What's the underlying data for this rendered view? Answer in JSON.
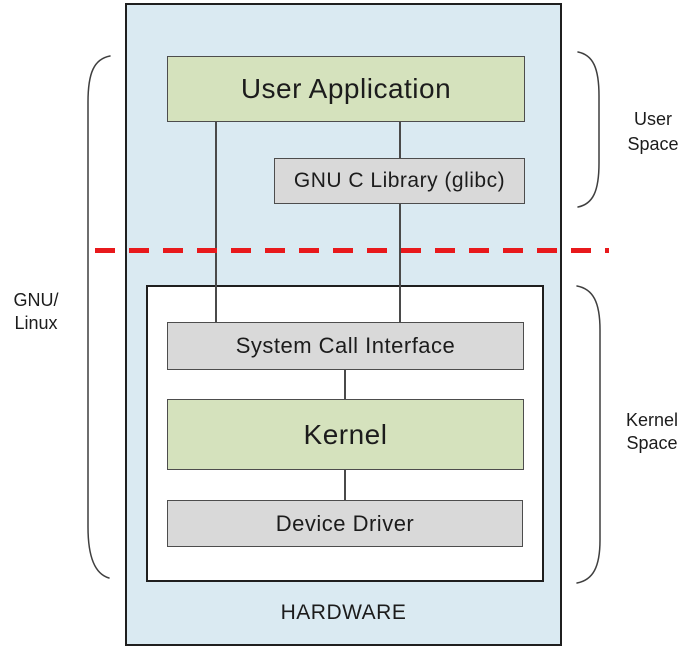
{
  "boxes": {
    "user_application": {
      "label": "User Application"
    },
    "glibc": {
      "label": "GNU C Library (glibc)"
    },
    "system_call_interface": {
      "label": "System Call Interface"
    },
    "kernel": {
      "label": "Kernel"
    },
    "device_driver": {
      "label": "Device Driver"
    },
    "hardware": {
      "label": "HARDWARE"
    }
  },
  "side_labels": {
    "gnu_linux": {
      "line1": "GNU/",
      "line2": "Linux"
    },
    "user_space": {
      "line1": "User",
      "line2": "Space"
    },
    "kernel_space": {
      "line1": "Kernel",
      "line2": "Space"
    }
  },
  "colors": {
    "user_space_fill": "#daeaf2",
    "green_fill": "#d5e2bd",
    "gray_fill": "#d9d9d9",
    "red_divider": "#e8191c",
    "box_border": "#4d4d4d",
    "outline_border": "#1f1f1f",
    "connector": "#4a4a4a",
    "bracket": "#3f3f3f",
    "text": "#1c1c1c"
  }
}
